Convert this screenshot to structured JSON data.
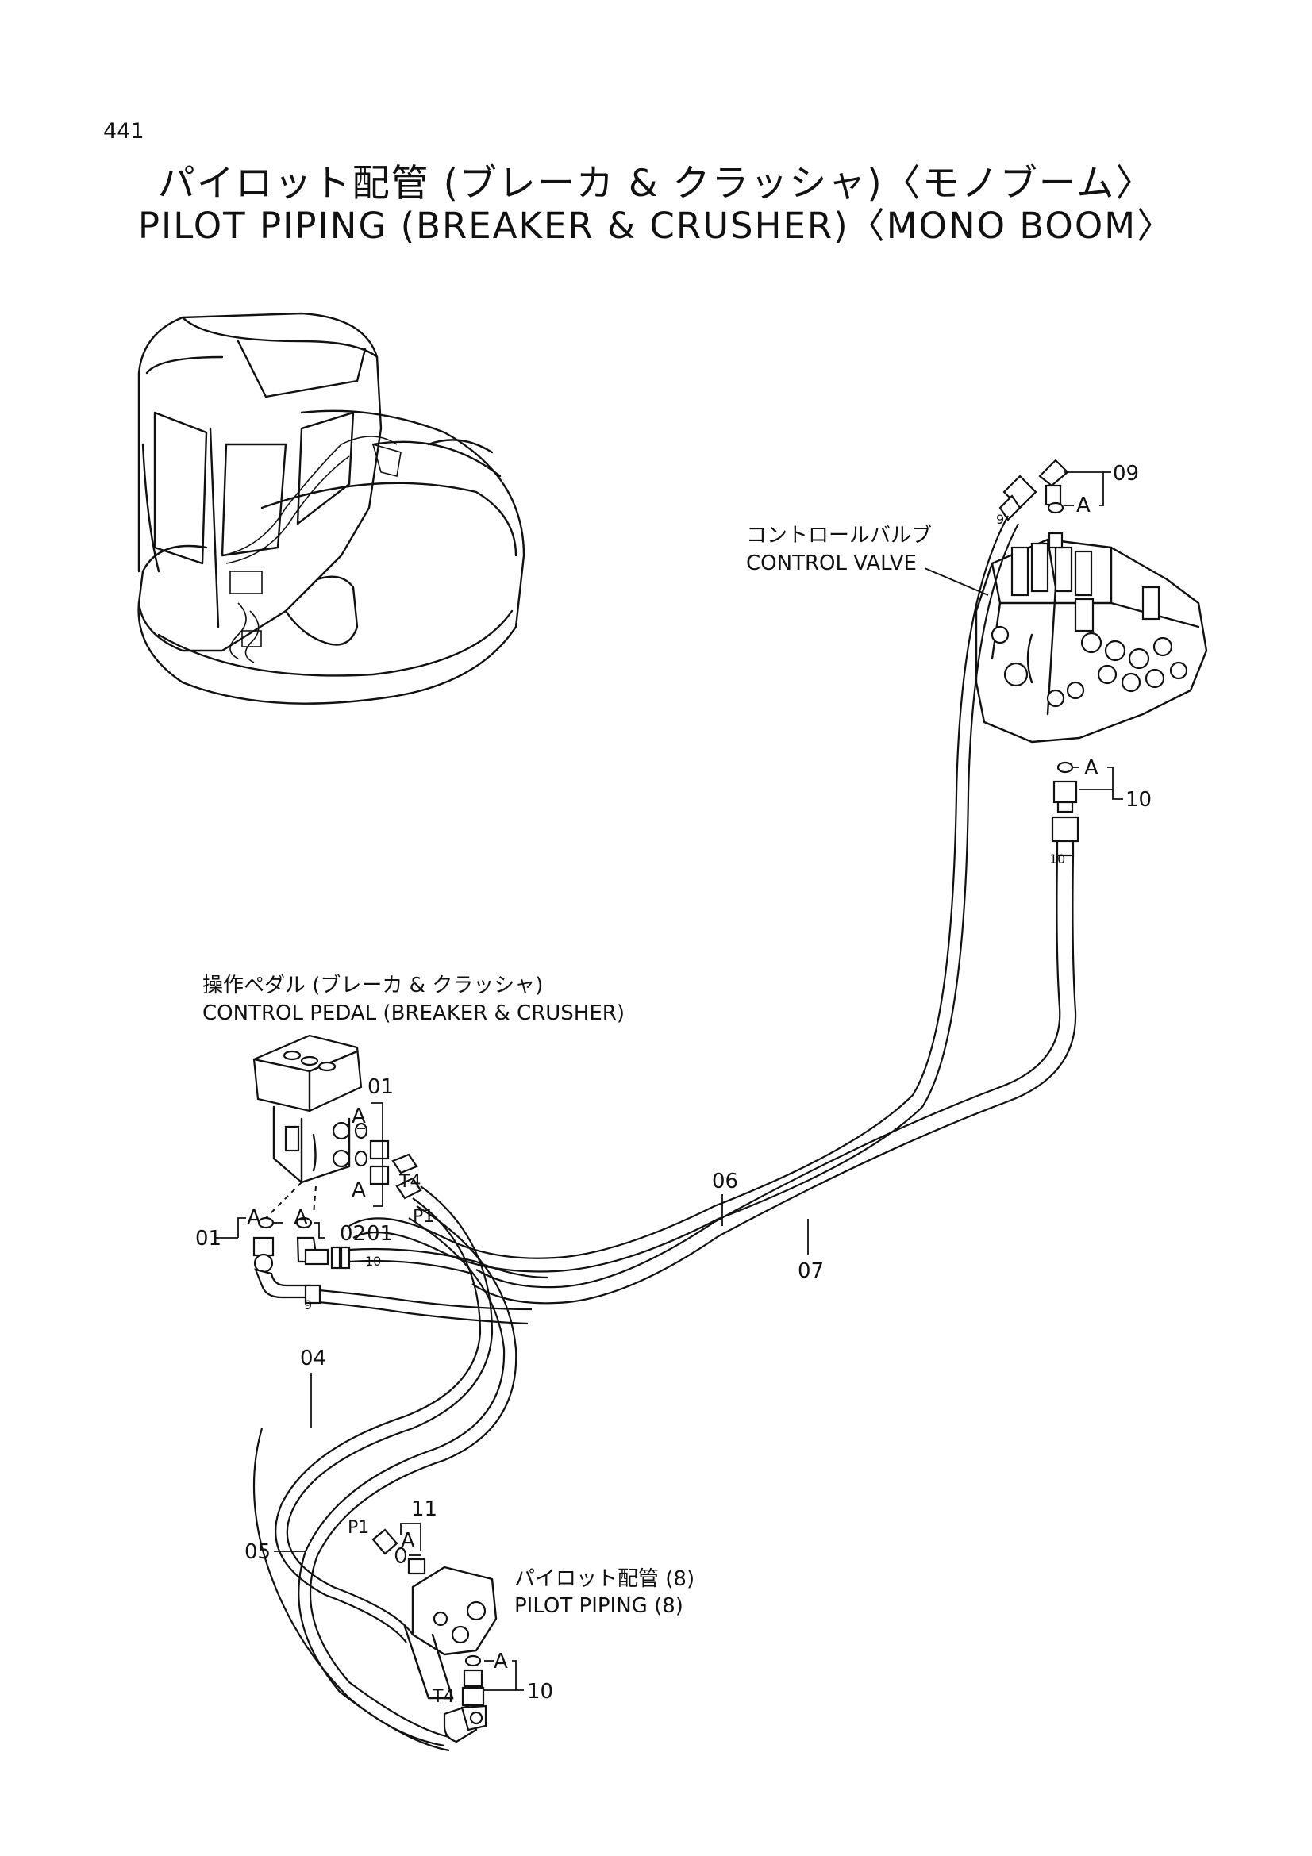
{
  "page_number": "441",
  "title": {
    "ja": "パイロット配管 (ブレーカ & クラッシャ)〈モノブーム〉",
    "en": "PILOT PIPING (BREAKER & CRUSHER)〈MONO BOOM〉"
  },
  "labels": {
    "control_valve_ja": "コントロールバルブ",
    "control_valve_en": "CONTROL VALVE",
    "control_pedal_ja": "操作ペダル (ブレーカ & クラッシャ)",
    "control_pedal_en": "CONTROL PEDAL (BREAKER & CRUSHER)",
    "pilot_piping_ja": "パイロット配管 (8)",
    "pilot_piping_en": "PILOT PIPING (8)"
  },
  "part_numbers": {
    "p09": "09",
    "p10_valve": "10",
    "p01_top": "01",
    "p01_left": "01",
    "p02": "02",
    "p01_mid": "01",
    "p06": "06",
    "p07": "07",
    "p04": "04",
    "p05": "05",
    "p11": "11",
    "p10_bottom": "10"
  },
  "callouts": {
    "a_09": "A",
    "a_10": "A",
    "a_pedal_1": "A",
    "a_pedal_2": "A",
    "a_left_1": "A",
    "a_left_2": "A",
    "a_11": "A",
    "a_bottom": "A",
    "t4_top": "T4",
    "p1_top": "P1",
    "p1_bottom": "P1",
    "t4_bottom": "T4",
    "hose_9_valve": "9",
    "hose_10_valve": "10",
    "hose_10_pedal": "10",
    "hose_9_pedal": "9"
  }
}
